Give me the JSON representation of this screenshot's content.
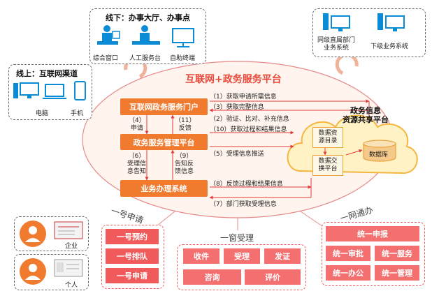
{
  "offline": {
    "title": "线下：办事大厅、办事点",
    "items": [
      "综合窗口",
      "人工服务台",
      "自助终端"
    ]
  },
  "online": {
    "title": "线上：互联网渠道",
    "items": [
      "电脑",
      "手机"
    ]
  },
  "departments": {
    "items": [
      "同级直属部门\n业务系统",
      "下级业务系统"
    ]
  },
  "main": {
    "title": "互联网+政务服务平台",
    "portal": "互联网政务服务门户",
    "manage": "政务服务管理平台",
    "business": "业务办理系统"
  },
  "share": {
    "title": "政务信息\n资源共享平台",
    "catalog": "数据资\n源目录",
    "exchange": "数据交\n换平台",
    "database": "数据库"
  },
  "flows": {
    "f1": "（1）获取申请所需信息",
    "f3": "（3）获取完整信息",
    "f2": "（2）验证、比对、补充信息",
    "f10": "（10）获取过程和结果信息",
    "f5": "（5）受理信息推送",
    "f8": "（8）反馈过程和结果信息",
    "f7": "（7）部门获取受理信息",
    "f4": "（4）\n申请",
    "f11": "（11）\n反馈",
    "f6": "（6）\n受理信\n息告知",
    "f9": "（9）\n告知反\n馈信息"
  },
  "yihao": {
    "label": "一号申请",
    "enterprise": "企业",
    "person": "个人",
    "buttons": [
      "一号预约",
      "一号排队",
      "一号申请"
    ]
  },
  "yichuang": {
    "label": "一窗受理",
    "buttons": [
      "收件",
      "受理",
      "发证",
      "咨询",
      "评价"
    ]
  },
  "yiwang": {
    "label": "一网通办",
    "buttons": [
      "统一申报",
      "统一审批",
      "统一服务",
      "统一办公",
      "统一管理"
    ]
  },
  "colors": {
    "orange": "#f07a2e",
    "red": "#f05a5a",
    "arrow": "#e23a3a",
    "cloud": "#f5b640"
  }
}
